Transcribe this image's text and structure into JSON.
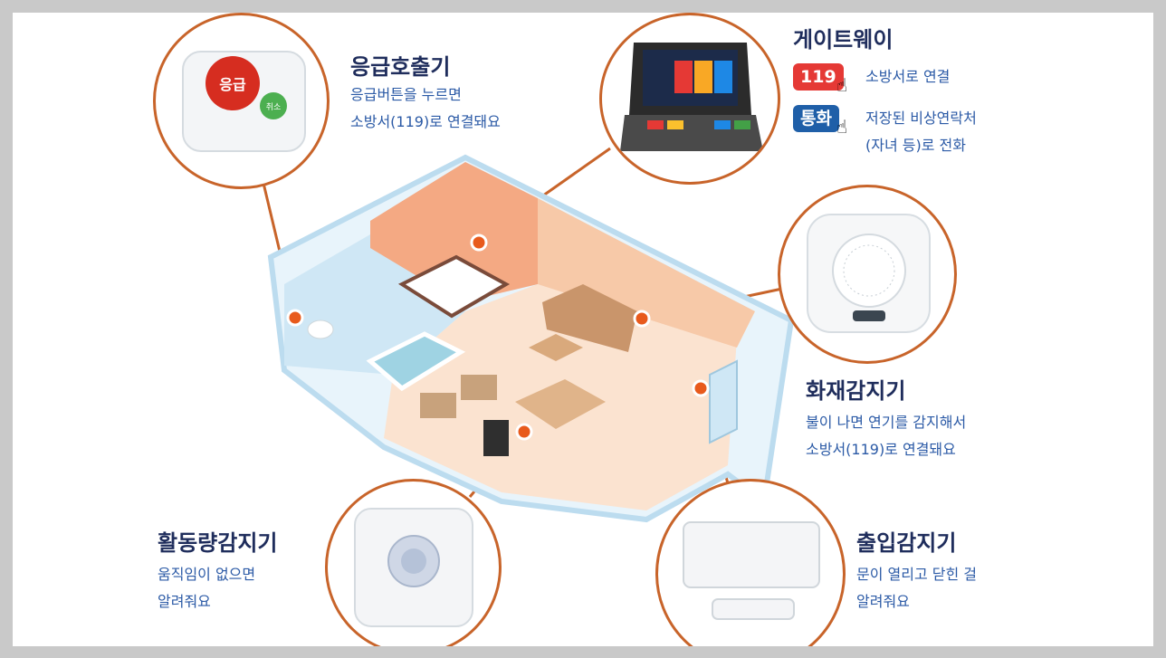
{
  "devices": {
    "emergency": {
      "title": "응급호출기",
      "desc_lines": [
        "응급버튼을 누르면",
        "소방서(119)로 연결돼요"
      ],
      "device_text": {
        "main_button": "응급",
        "sub_button": "취소"
      }
    },
    "gateway": {
      "title": "게이트웨이",
      "rows": [
        {
          "badge": "119",
          "badge_color": "#e53935",
          "text_lines": [
            "소방서로 연결"
          ]
        },
        {
          "badge": "통화",
          "badge_color": "#1f5fa8",
          "text_lines": [
            "저장된 비상연락처",
            "(자녀 등)로 전화"
          ]
        }
      ]
    },
    "fire": {
      "title": "화재감지기",
      "desc_lines": [
        "불이 나면 연기를 감지해서",
        "소방서(119)로 연결돼요"
      ]
    },
    "activity": {
      "title": "활동량감지기",
      "desc_lines": [
        "움직임이 없으면",
        "알려줘요"
      ]
    },
    "door": {
      "title": "출입감지기",
      "desc_lines": [
        "문이 열리고 닫힌 걸",
        "알려줘요"
      ]
    }
  },
  "colors": {
    "accent": "#c8642a",
    "title": "#1f2d5c",
    "desc": "#2b5aa6",
    "dot": "#e85a1c",
    "wall_blue": "#cfe7f5",
    "room_orange": "#f7c9a8"
  },
  "icons": [
    "hand-pointer-icon",
    "hand-pointer-icon"
  ]
}
